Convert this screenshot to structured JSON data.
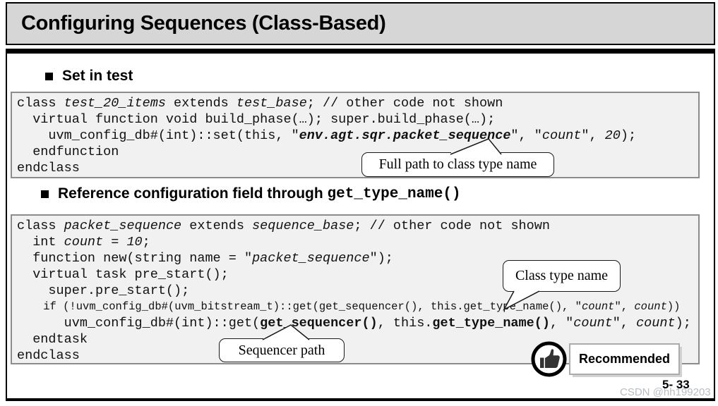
{
  "title": "Configuring Sequences (Class-Based)",
  "bullets": {
    "set_in_test": "Set in test",
    "reference_prefix": "Reference configuration field through ",
    "reference_code": "get_type_name()"
  },
  "code_blocks": [
    {
      "lines": [
        {
          "seg": [
            {
              "t": "class "
            },
            {
              "t": "test_20_items",
              "st": "i"
            },
            {
              "t": " extends "
            },
            {
              "t": "test_base",
              "st": "i"
            },
            {
              "t": "; // other code not shown"
            }
          ]
        },
        {
          "seg": [
            {
              "t": "  virtual function void build_phase(…); super.build_phase(…);"
            }
          ]
        },
        {
          "seg": [
            {
              "t": "    uvm_config_db#(int)::set(this, \""
            },
            {
              "t": "env.agt.sqr.packet_sequence",
              "st": "bi"
            },
            {
              "t": "\", \""
            },
            {
              "t": "count",
              "st": "i"
            },
            {
              "t": "\", "
            },
            {
              "t": "20",
              "st": "i"
            },
            {
              "t": ");"
            }
          ]
        },
        {
          "seg": [
            {
              "t": "  endfunction"
            }
          ]
        },
        {
          "seg": [
            {
              "t": "endclass"
            }
          ]
        }
      ]
    },
    {
      "lines": [
        {
          "seg": [
            {
              "t": "class "
            },
            {
              "t": "packet_sequence",
              "st": "i"
            },
            {
              "t": " extends "
            },
            {
              "t": "sequence_base",
              "st": "i"
            },
            {
              "t": "; // other code not shown"
            }
          ]
        },
        {
          "seg": [
            {
              "t": "  int "
            },
            {
              "t": "count",
              "st": "i"
            },
            {
              "t": " = "
            },
            {
              "t": "10",
              "st": "i"
            },
            {
              "t": ";"
            }
          ]
        },
        {
          "seg": [
            {
              "t": "  function new(string name = \""
            },
            {
              "t": "packet_sequence",
              "st": "i"
            },
            {
              "t": "\");"
            }
          ]
        },
        {
          "seg": [
            {
              "t": "  virtual task pre_start();"
            }
          ]
        },
        {
          "seg": [
            {
              "t": "    super.pre_start();"
            }
          ]
        },
        {
          "small": true,
          "seg": [
            {
              "t": "    if (!uvm_config_db#(uvm_bitstream_t)::get(get_sequencer(), this.get_type_name(), \""
            },
            {
              "t": "count",
              "st": "i"
            },
            {
              "t": "\", "
            },
            {
              "t": "count",
              "st": "i"
            },
            {
              "t": "))"
            }
          ]
        },
        {
          "seg": [
            {
              "t": "      uvm_config_db#(int)::get("
            },
            {
              "t": "get_sequencer()",
              "st": "b"
            },
            {
              "t": ", this."
            },
            {
              "t": "get_type_name()",
              "st": "b"
            },
            {
              "t": ", \""
            },
            {
              "t": "count",
              "st": "i"
            },
            {
              "t": "\", "
            },
            {
              "t": "count",
              "st": "i"
            },
            {
              "t": ");"
            }
          ]
        },
        {
          "seg": [
            {
              "t": "  endtask"
            }
          ]
        },
        {
          "seg": [
            {
              "t": "endclass"
            }
          ]
        }
      ]
    }
  ],
  "callouts": [
    {
      "label": "Full path to class type name"
    },
    {
      "label": "Class type name"
    },
    {
      "label": "Sequencer path"
    }
  ],
  "recommended": {
    "label": "Recommended",
    "icon": "thumbs-up-icon"
  },
  "footer": {
    "page_number": "5- 33",
    "watermark": "CSDN @hh199203"
  },
  "colors": {
    "title_bar_bg": "#d6d6d6",
    "code_bg": "#f1f1f1",
    "code_border": "#8c8c8c",
    "frame_black": "#000000",
    "recommended_border": "#ababab",
    "watermark_gray": "#b9bdc1"
  }
}
